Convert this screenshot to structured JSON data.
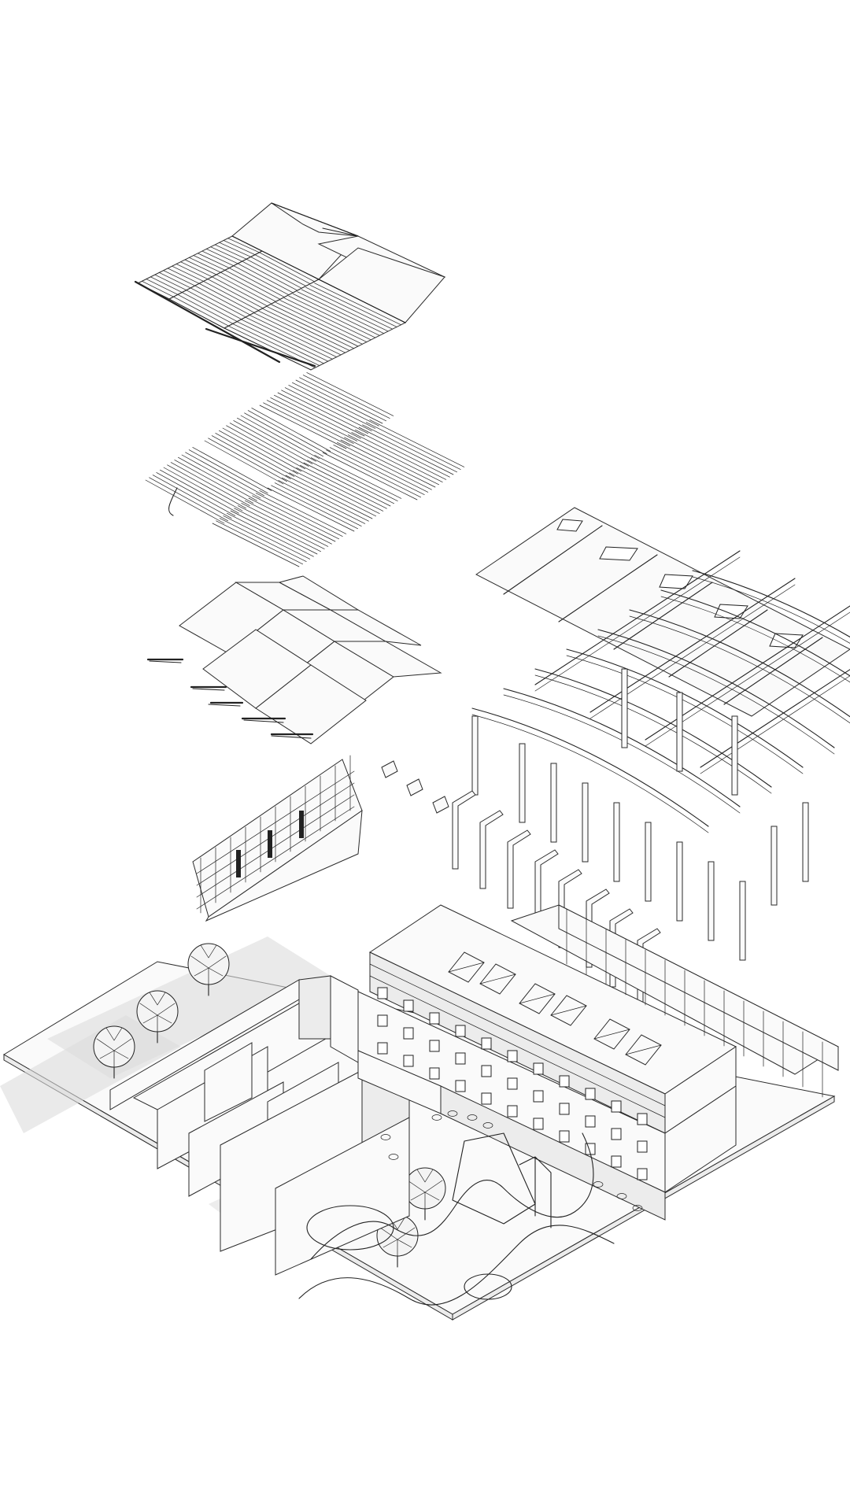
{
  "colors": {
    "background": "#ffffff",
    "line": "#222222",
    "shadow": "#dcdcdc",
    "panel": "#f3f3f3"
  },
  "drawing": {
    "type": "exploded axonometric",
    "layers": [
      "folded-roof-sheets",
      "roof-battens",
      "roof-frame",
      "roof-panels-with-skylights",
      "glulam-columns-and-beams",
      "facade-panel",
      "column-pieces",
      "ground-floor-site"
    ]
  }
}
